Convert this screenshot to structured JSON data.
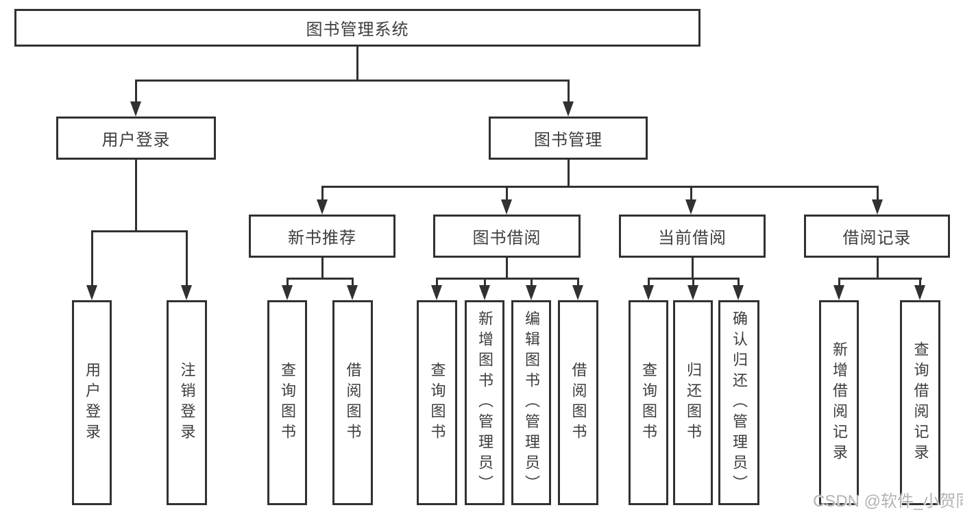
{
  "diagram": {
    "title": "图书管理系统",
    "root": {
      "label": "图书管理系统"
    },
    "level2": [
      {
        "label": "用户登录"
      },
      {
        "label": "图书管理"
      }
    ],
    "level3": [
      {
        "label": "新书推荐"
      },
      {
        "label": "图书借阅"
      },
      {
        "label": "当前借阅"
      },
      {
        "label": "借阅记录"
      }
    ],
    "leaves": [
      {
        "label": "用户登录"
      },
      {
        "label": "注销登录"
      },
      {
        "label": "查询图书"
      },
      {
        "label": "借阅图书"
      },
      {
        "label": "查询图书"
      },
      {
        "label": "新增图书（管理员）"
      },
      {
        "label": "编辑图书（管理员）"
      },
      {
        "label": "借阅图书"
      },
      {
        "label": "查询图书"
      },
      {
        "label": "归还图书"
      },
      {
        "label": "确认归还（管理员）"
      },
      {
        "label": "新增借阅记录"
      },
      {
        "label": "查询借阅记录"
      }
    ],
    "watermark": "CSDN @软件_小贺同学",
    "colors": {
      "background": "#ffffff",
      "line": "#313131",
      "text": "#3d3d3d",
      "watermark": "#b3b3b3"
    }
  }
}
